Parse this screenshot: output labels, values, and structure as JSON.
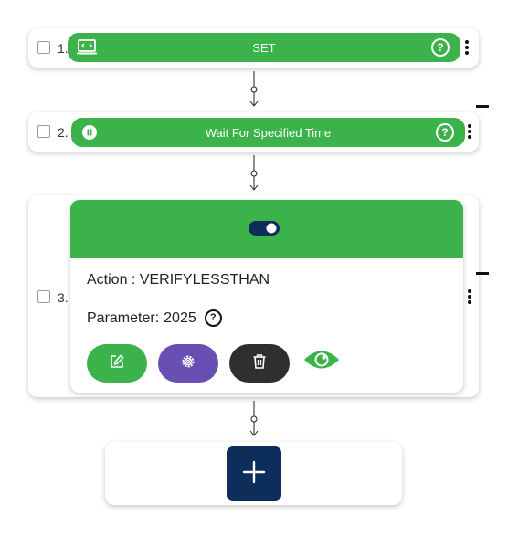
{
  "steps": [
    {
      "number": "1.",
      "label": "SET"
    },
    {
      "number": "2.",
      "label": "Wait For Specified Time"
    },
    {
      "number": "3.",
      "action_label": "Action :",
      "action_value": "VERIFYLESSTHAN",
      "param_label": "Parameter:",
      "param_value": "2025"
    }
  ],
  "help_glyph": "?",
  "icons": {
    "step1": "monitor-code-icon",
    "step2": "pause-icon",
    "toggle": "toggle-switch-icon",
    "edit": "edit-icon",
    "settings": "gear-icon",
    "delete": "trash-icon",
    "view": "eye-icon",
    "add": "plus-icon"
  },
  "colors": {
    "green": "#3bb34a",
    "purple": "#6a4fb3",
    "dark": "#2f2f2f",
    "navy": "#0d2d5a"
  }
}
